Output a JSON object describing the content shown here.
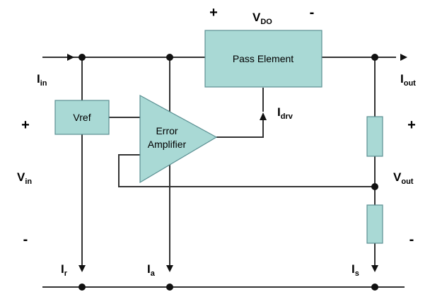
{
  "blocks": {
    "pass_element": "Pass Element",
    "vref": "Vref",
    "error_amplifier_line1": "Error",
    "error_amplifier_line2": "Amplifier"
  },
  "labels": {
    "vdo_main": "V",
    "vdo_sub": "DO",
    "vdo_plus": "+",
    "vdo_minus": "-",
    "iin_main": "I",
    "iin_sub": "in",
    "iout_main": "I",
    "iout_sub": "out",
    "idrv_main": "I",
    "idrv_sub": "drv",
    "vin_main": "V",
    "vin_sub": "in",
    "vin_plus": "+",
    "vin_minus": "-",
    "vout_main": "V",
    "vout_sub": "out",
    "vout_plus": "+",
    "vout_minus": "-",
    "ir_main": "I",
    "ir_sub": "r",
    "ia_main": "I",
    "ia_sub": "a",
    "is_main": "I",
    "is_sub": "s"
  },
  "colors": {
    "block_fill": "#a9d9d5",
    "block_stroke": "#5a8f92",
    "wire": "#333333"
  }
}
